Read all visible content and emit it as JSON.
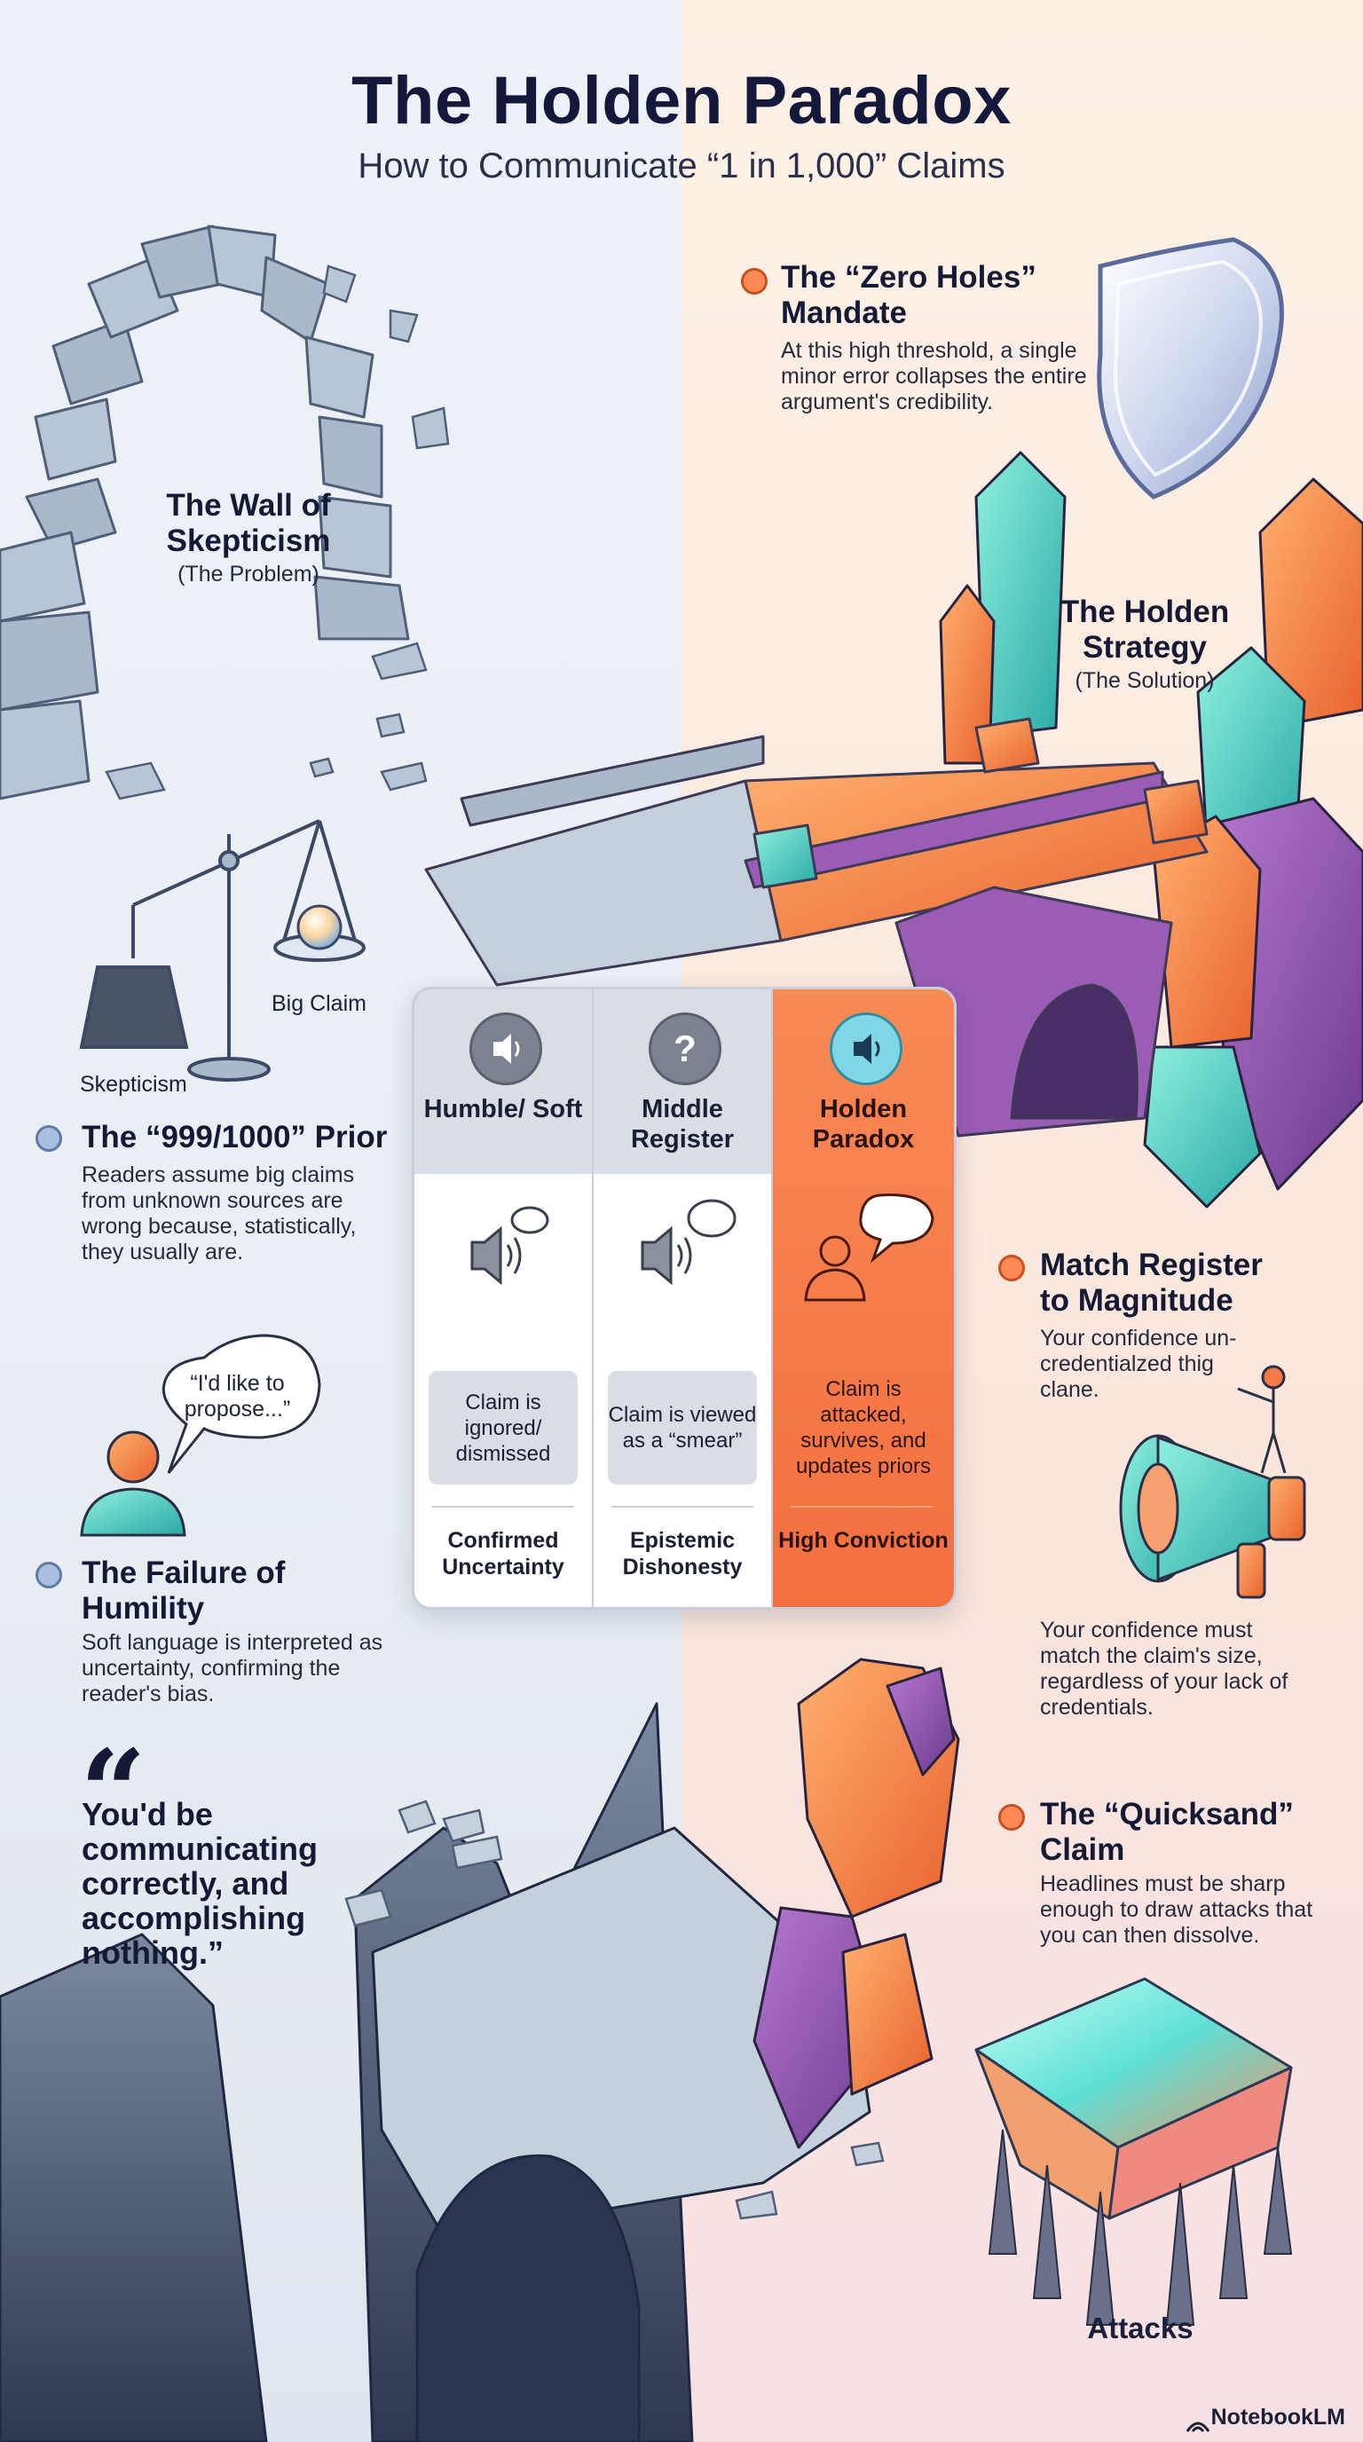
{
  "title": "The Holden Paradox",
  "subtitle": "How to Communicate “1 in 1,000” Claims",
  "wall": {
    "title_line1": "The Wall of",
    "title_line2": "Skepticism",
    "sub": "(The Problem)"
  },
  "strategy": {
    "title_line1": "The Holden",
    "title_line2": "Strategy",
    "sub": "(The Solution)"
  },
  "scale": {
    "left_label": "Skepticism",
    "right_label": "Big Claim"
  },
  "sections": {
    "zero_holes": {
      "title_line1": "The “Zero Holes”",
      "title_line2": "Mandate",
      "body": "At this high threshold, a single minor error collapses the entire argument's credibility."
    },
    "prior": {
      "title": "The “999/1000” Prior",
      "body": "Readers assume big claims from unknown sources are wrong because, statistically, they usually are."
    },
    "match": {
      "title_line1": "Match Register",
      "title_line2": "to Magnitude",
      "body": "Your confidence un-credentialzed thig clane.",
      "body2": "Your confidence must match the claim's size, regardless of your lack of credentials."
    },
    "humility": {
      "title_line1": "The Failure of",
      "title_line2": "Humility",
      "body": "Soft language is interpreted as uncertainty, confirming the reader's bias."
    },
    "quicksand": {
      "title_line1": "The “Quicksand”",
      "title_line2": "Claim",
      "body": "Headlines must be sharp enough to draw attacks that you can then dissolve."
    }
  },
  "bubble": {
    "text": "“I'd like to propose...”"
  },
  "quote": {
    "mark": "“",
    "text": "You'd be communicating correctly, and accomplishing nothing.”"
  },
  "attacks_label": "Attacks",
  "card": {
    "columns": [
      {
        "name": "Humble/ Soft",
        "icon": "speaker-icon",
        "outcome": "Claim is ignored/ dismissed",
        "verdict": "Confirmed Uncertainty"
      },
      {
        "name": "Middle Register",
        "icon": "question-icon",
        "outcome": "Claim is viewed as a “smear”",
        "verdict": "Epistemic Dishonesty"
      },
      {
        "name": "Holden Paradox",
        "icon": "speaker-icon",
        "outcome": "Claim is attacked, survives, and updates priors",
        "verdict": "High Conviction"
      }
    ]
  },
  "brand": "NotebookLM",
  "colors": {
    "accent_orange": "#f47b45",
    "navy": "#14183a",
    "stone": "#a9b9cb",
    "teal": "#3fc9c0",
    "purple": "#9a5cb5"
  }
}
